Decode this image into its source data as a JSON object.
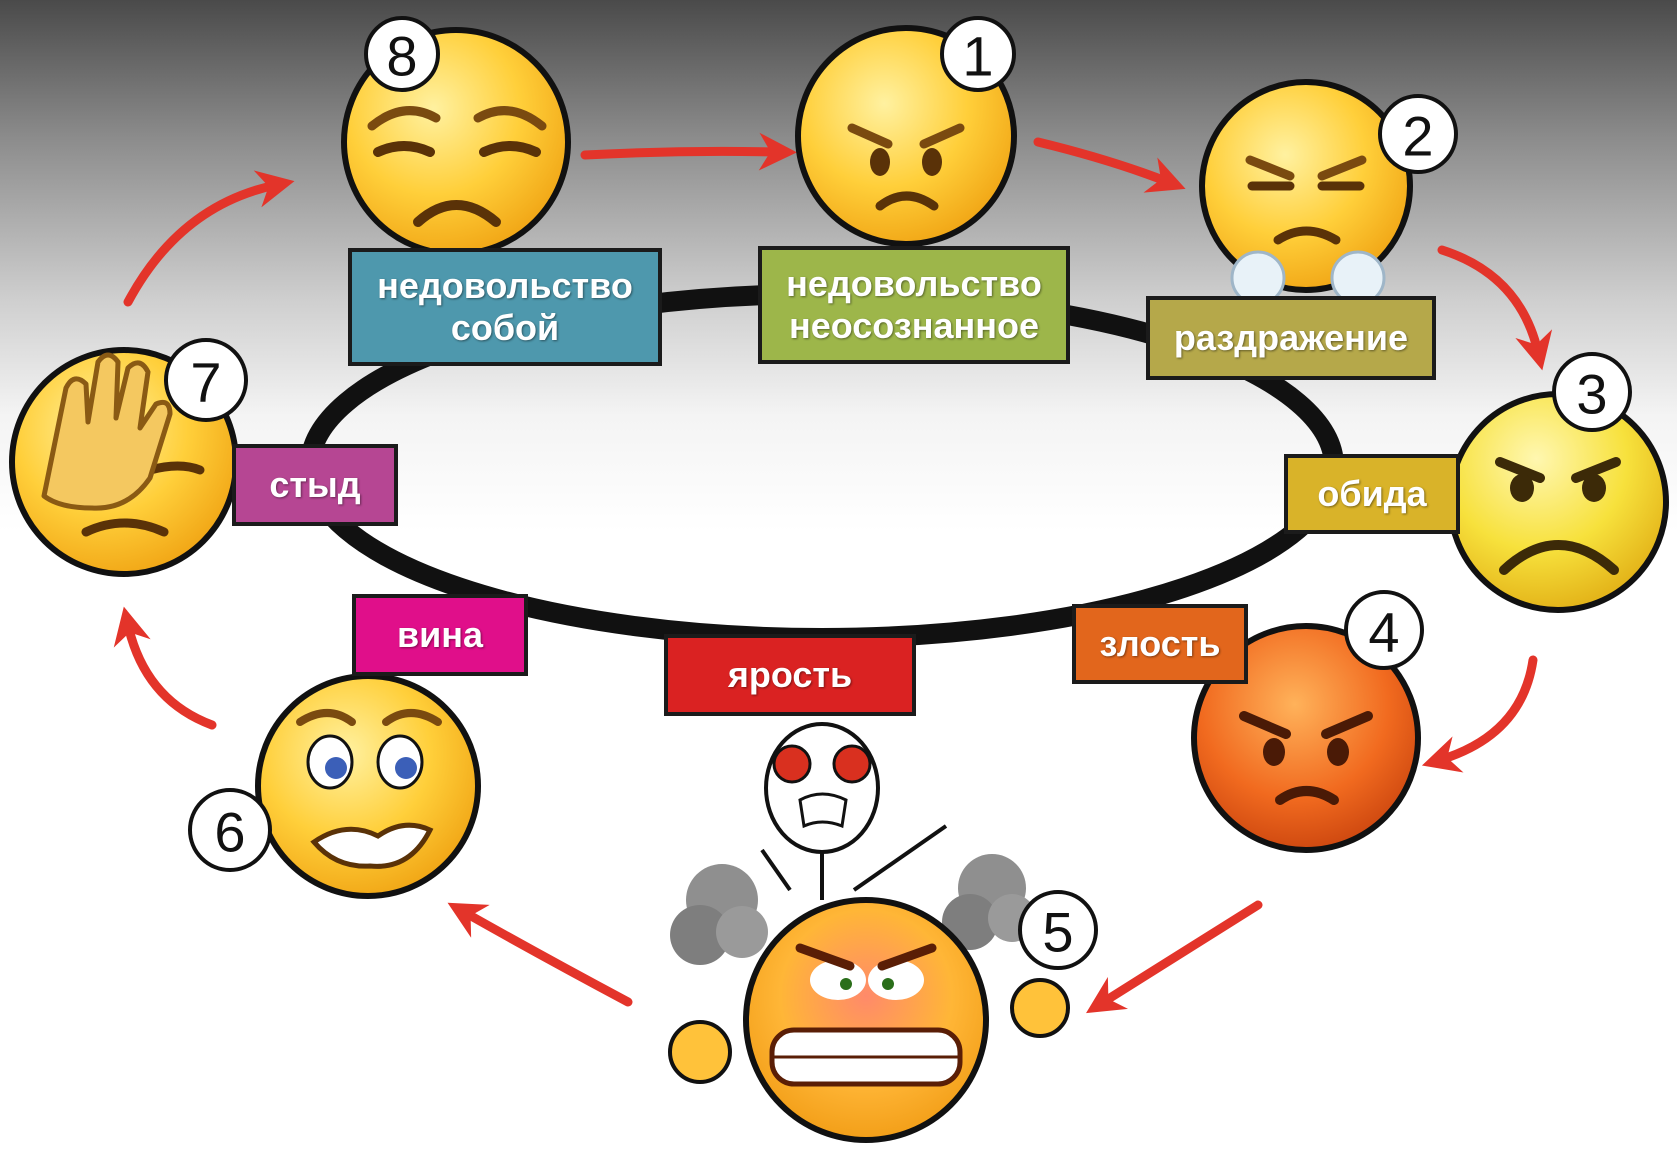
{
  "stages": [
    {
      "number": "1",
      "label": "недовольство\nнеосознанное",
      "color": "#9db64a"
    },
    {
      "number": "2",
      "label": "раздражение",
      "color": "#b5a84a"
    },
    {
      "number": "3",
      "label": "обида",
      "color": "#d9b329"
    },
    {
      "number": "4",
      "label": "злость",
      "color": "#e2661c"
    },
    {
      "number": "5",
      "label": "ярость",
      "color": "#da2222"
    },
    {
      "number": "6",
      "label": "вина",
      "color": "#e00f8a"
    },
    {
      "number": "7",
      "label": "стыд",
      "color": "#b64693"
    },
    {
      "number": "8",
      "label": "недовольство\nсобой",
      "color": "#4e98ad"
    }
  ],
  "colors": {
    "arrow": "#e3342a",
    "ring": "#111111",
    "face_light": "#ffe27a",
    "face_dark": "#f1a914",
    "angry_face": "#ef5a1e"
  }
}
